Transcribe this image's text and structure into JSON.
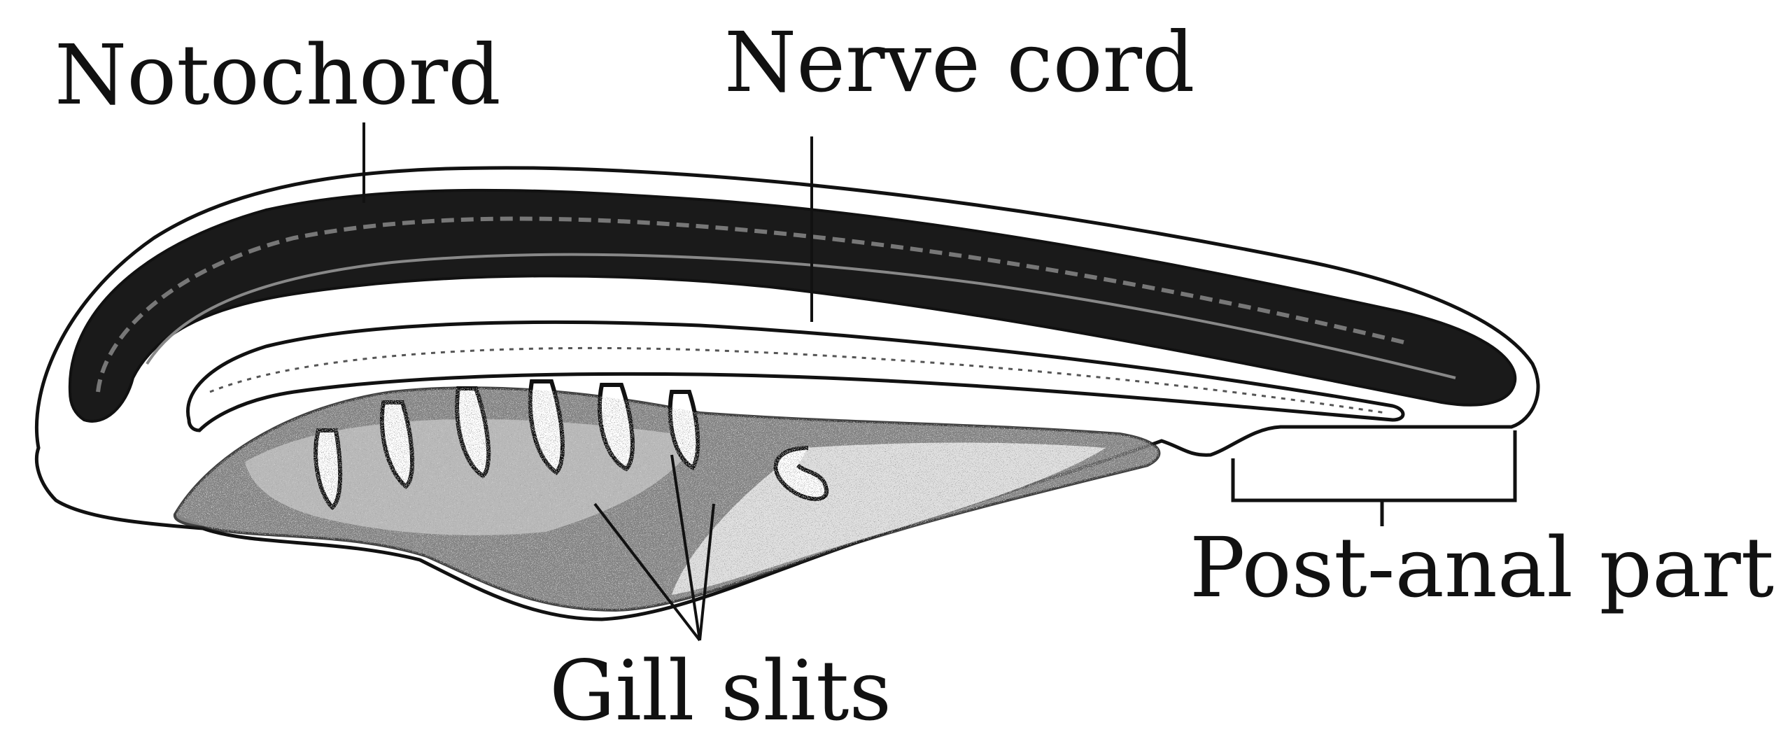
{
  "labels": {
    "notochord": "Notochord",
    "nerve_cord": "Nerve cord",
    "post_anal_part": "Post-anal part",
    "gill_slits": "Gill slits"
  },
  "colors": {
    "ink": "#111111",
    "stipple": "#5a5a5a",
    "background": "#ffffff"
  }
}
